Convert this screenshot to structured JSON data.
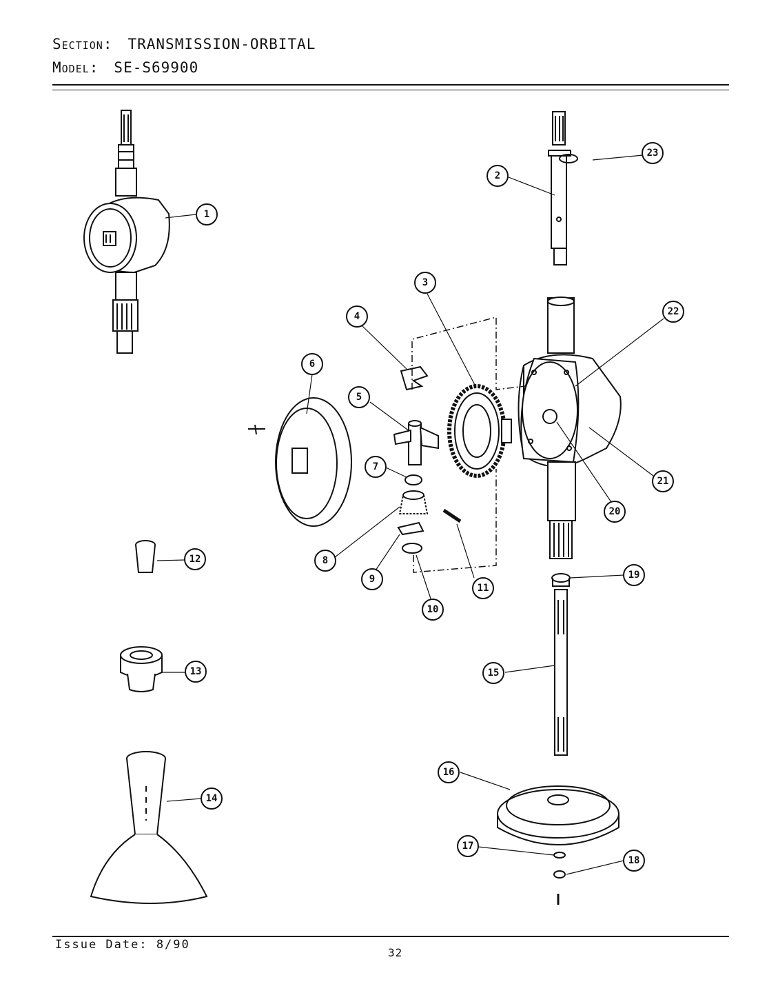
{
  "header": {
    "section_label": "Section:",
    "section_value": "TRANSMISSION-ORBITAL",
    "model_label": "Model:",
    "model_value": "SE-S69900"
  },
  "footer": {
    "issue_date": "Issue Date: 8/90",
    "page_number": "32"
  },
  "callouts": [
    "1",
    "2",
    "3",
    "4",
    "5",
    "6",
    "7",
    "8",
    "9",
    "10",
    "11",
    "12",
    "13",
    "14",
    "15",
    "16",
    "17",
    "18",
    "19",
    "20",
    "21",
    "22",
    "23"
  ]
}
